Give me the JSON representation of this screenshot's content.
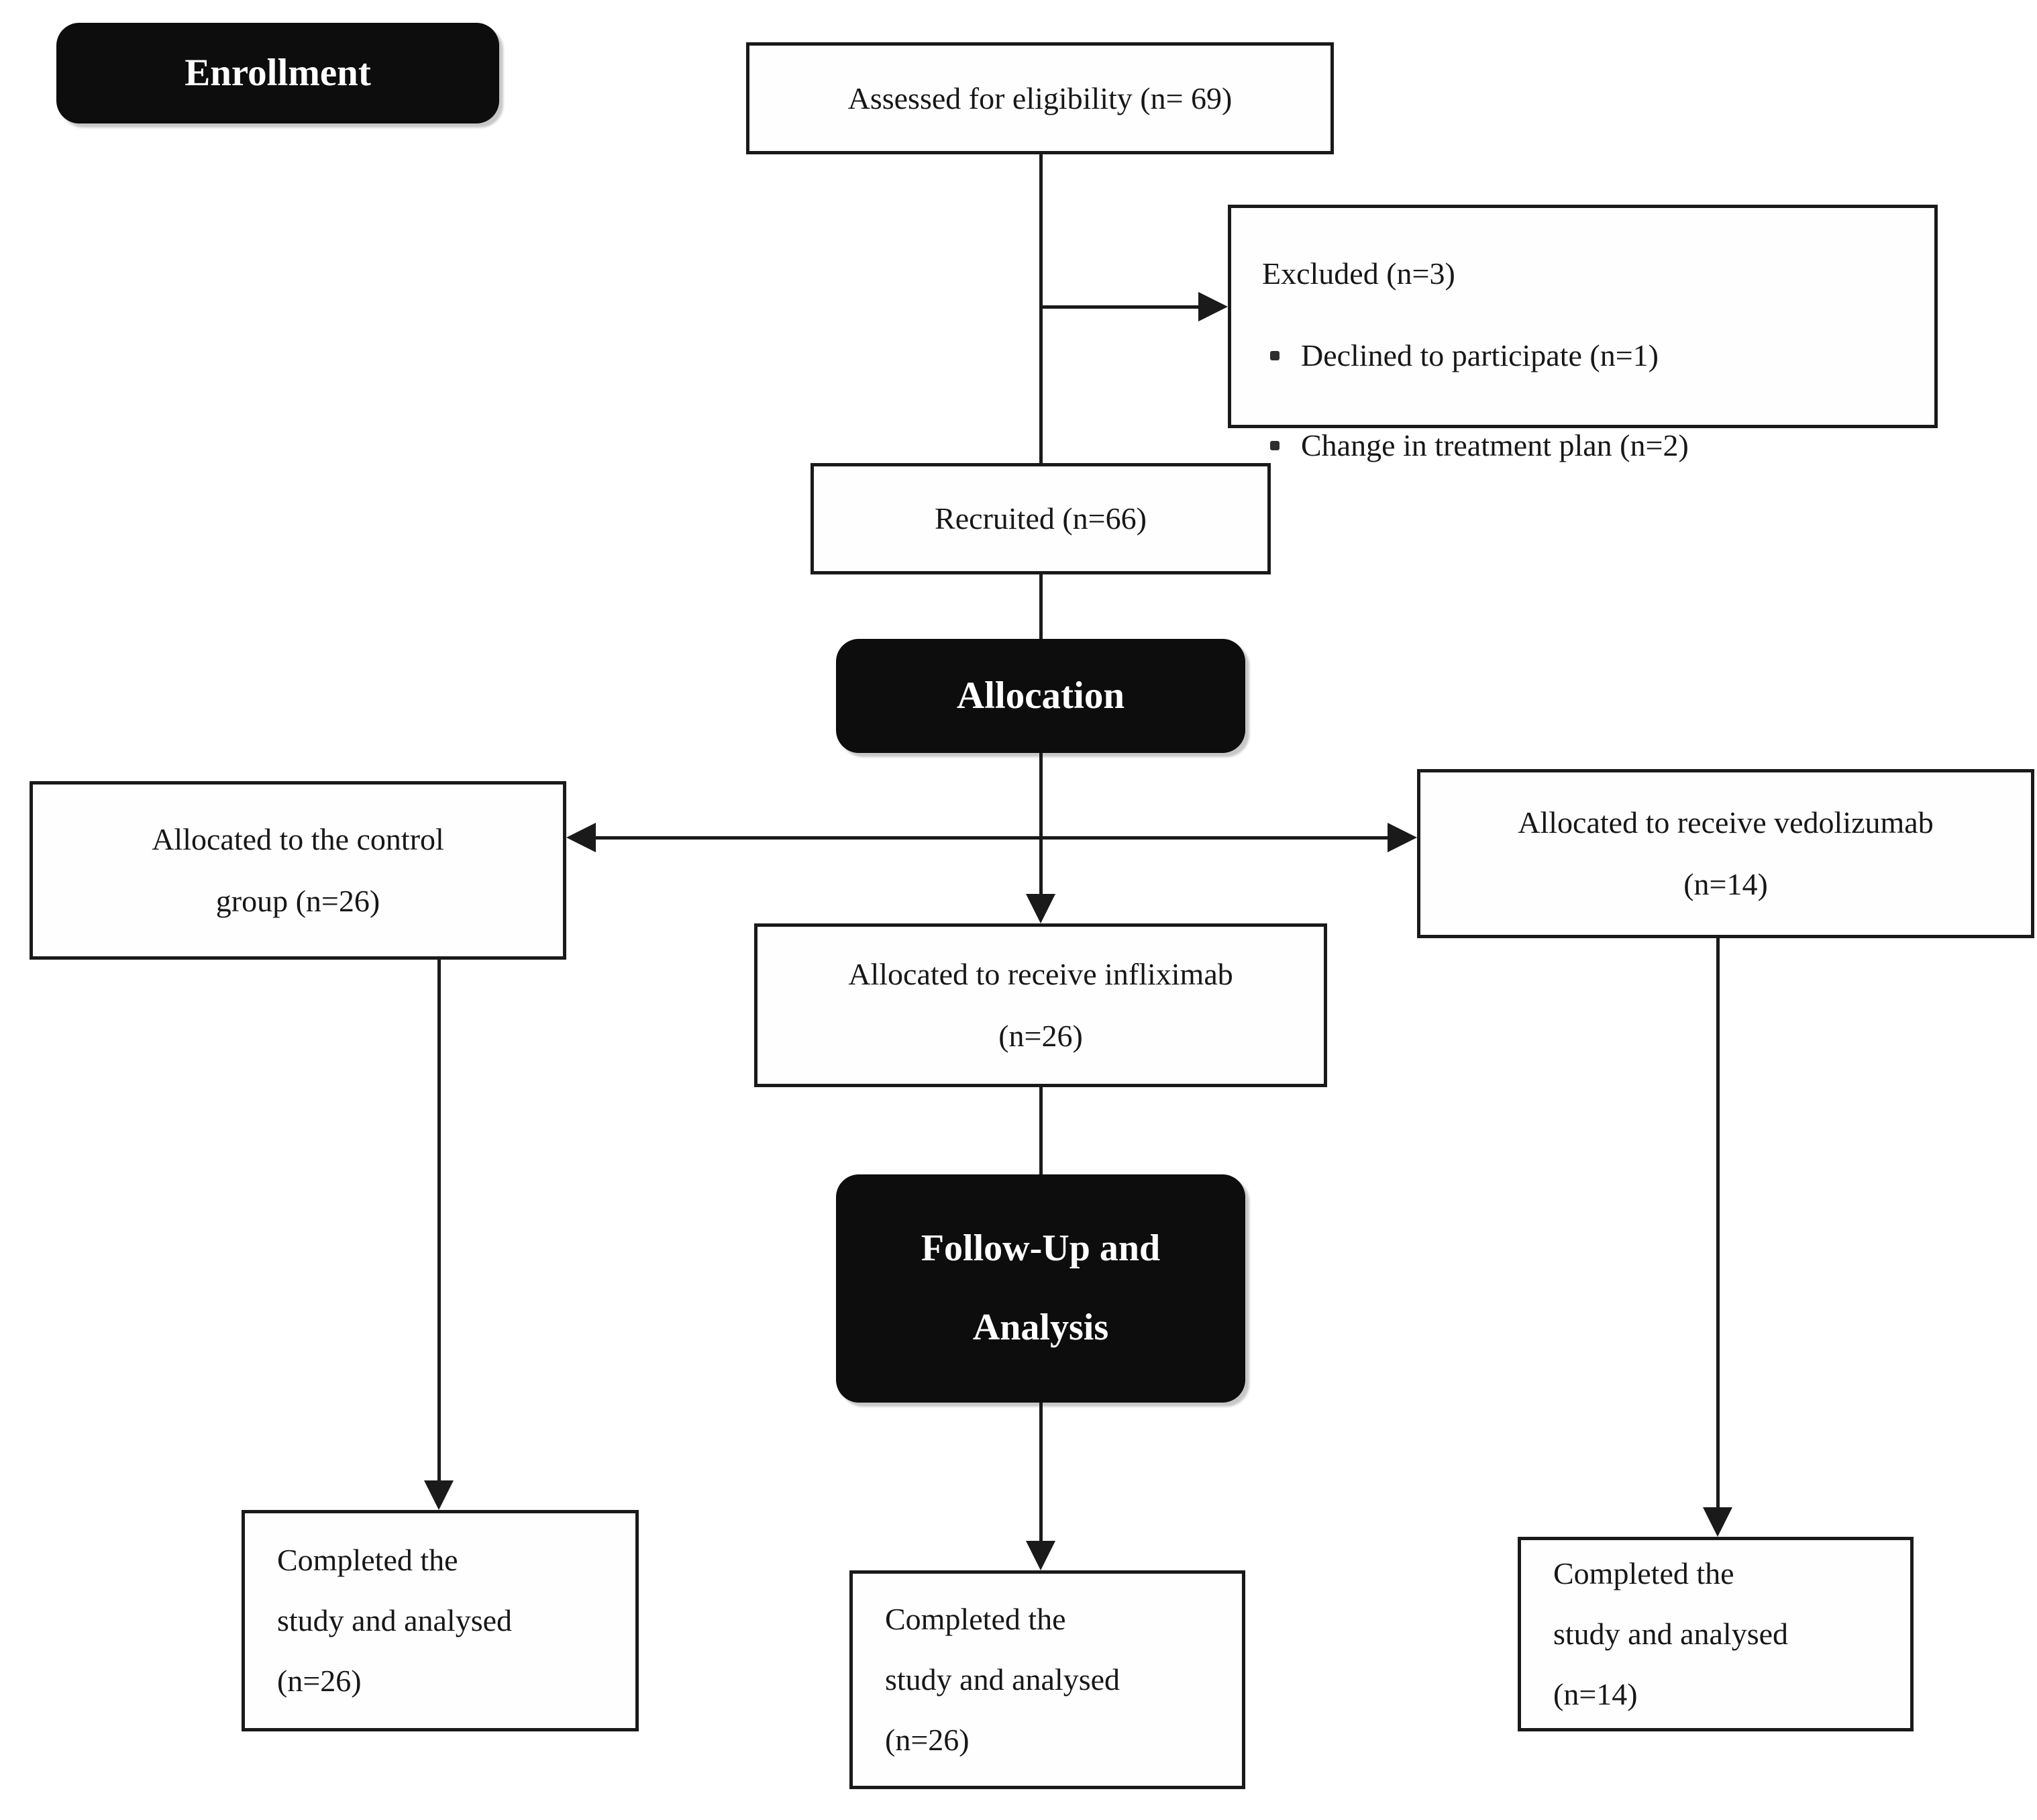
{
  "diagram": {
    "stages": {
      "enrollment": {
        "label": "Enrollment"
      },
      "allocation": {
        "label": "Allocation"
      },
      "followup": {
        "lines": [
          "Follow-Up and",
          "Analysis"
        ]
      }
    },
    "boxes": {
      "assessed": {
        "text": "Assessed for eligibility (n= 69)"
      },
      "excluded": {
        "title": "Excluded (n=3)",
        "items": [
          "Declined to participate (n=1)",
          "Change in treatment plan (n=2)"
        ]
      },
      "recruited": {
        "text": "Recruited (n=66)"
      },
      "control": {
        "lines": [
          "Allocated to the control",
          "group (n=26)"
        ]
      },
      "infliximab": {
        "lines": [
          "Allocated to receive infliximab",
          "(n=26)"
        ]
      },
      "vedolizumab": {
        "lines": [
          "Allocated to receive vedolizumab",
          "(n=14)"
        ]
      },
      "completed_control": {
        "lines": [
          "Completed the",
          "study and analysed",
          "(n=26)"
        ]
      },
      "completed_infliximab": {
        "lines": [
          "Completed the",
          "study and analysed",
          "(n=26)"
        ]
      },
      "completed_vedolizumab": {
        "lines": [
          "Completed the",
          "study and analysed",
          "(n=14)"
        ]
      }
    },
    "colors": {
      "stage_bg": "#0d0d0d",
      "stage_text": "#ffffff",
      "box_border": "#1a1a1a",
      "box_text": "#171717",
      "line": "#1a1a1a",
      "background": "#ffffff"
    }
  }
}
